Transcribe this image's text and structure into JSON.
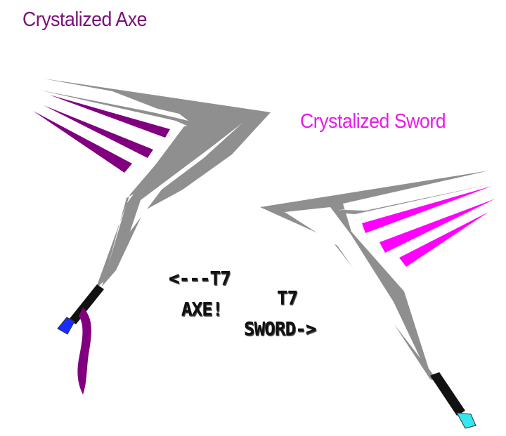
{
  "titles": {
    "axe": "Crystalized Axe",
    "sword": "Crystalized Sword"
  },
  "labels": {
    "axe_arrow": "<---T7",
    "axe_name": "AXE!",
    "sword_tier": "T7",
    "sword_name": "SWORD->"
  },
  "colors": {
    "axe_title": "#7a0f7a",
    "sword_title": "#e81be8",
    "axe_stripes": "#800080",
    "sword_stripes": "#ff00ff",
    "blade_frame": "#8f8f8f",
    "blade_core": "#ffffff",
    "axe_gem": "#1a2bff",
    "sword_gem": "#33e6f0",
    "handle": "#111111"
  }
}
